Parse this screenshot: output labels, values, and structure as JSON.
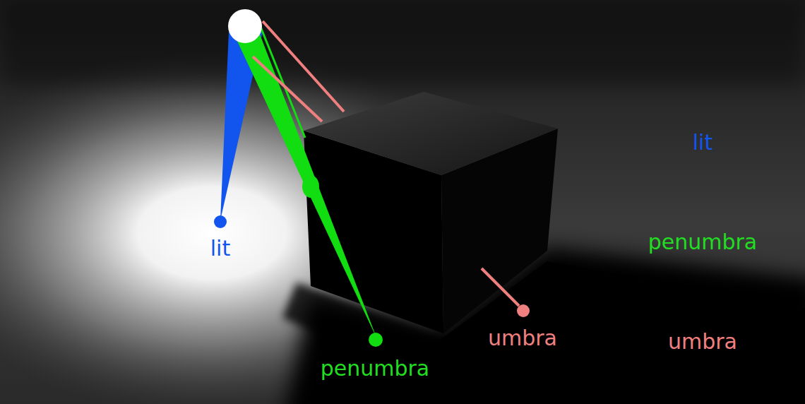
{
  "diagram": {
    "labels": [
      "lit",
      "penumbra",
      "umbra",
      "lit",
      "penumbra",
      "umbra"
    ]
  }
}
